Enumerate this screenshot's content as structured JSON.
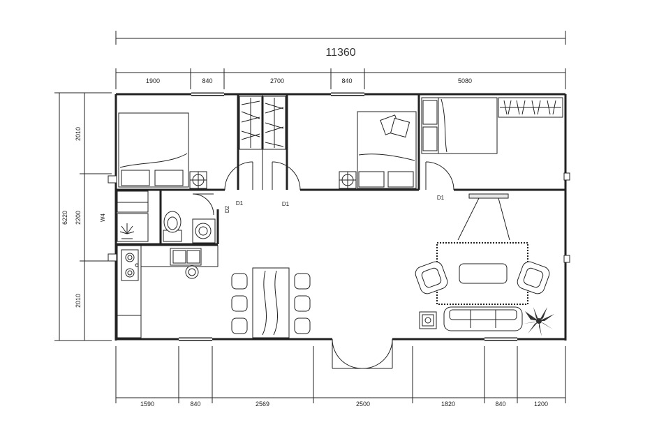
{
  "plan": {
    "overall_width": "11360",
    "top_dims": [
      "1900",
      "840",
      "2700",
      "840",
      "5080"
    ],
    "bottom_dims": [
      "1590",
      "840",
      "2569",
      "2500",
      "1820",
      "840",
      "1200"
    ],
    "left_dims": [
      "2010",
      "2200",
      "2010"
    ],
    "left_total": "6220",
    "door_labels": {
      "d1_left": "D1",
      "d1_mid": "D1",
      "d1_right": "D1",
      "d2": "D2",
      "w4": "W4"
    }
  }
}
